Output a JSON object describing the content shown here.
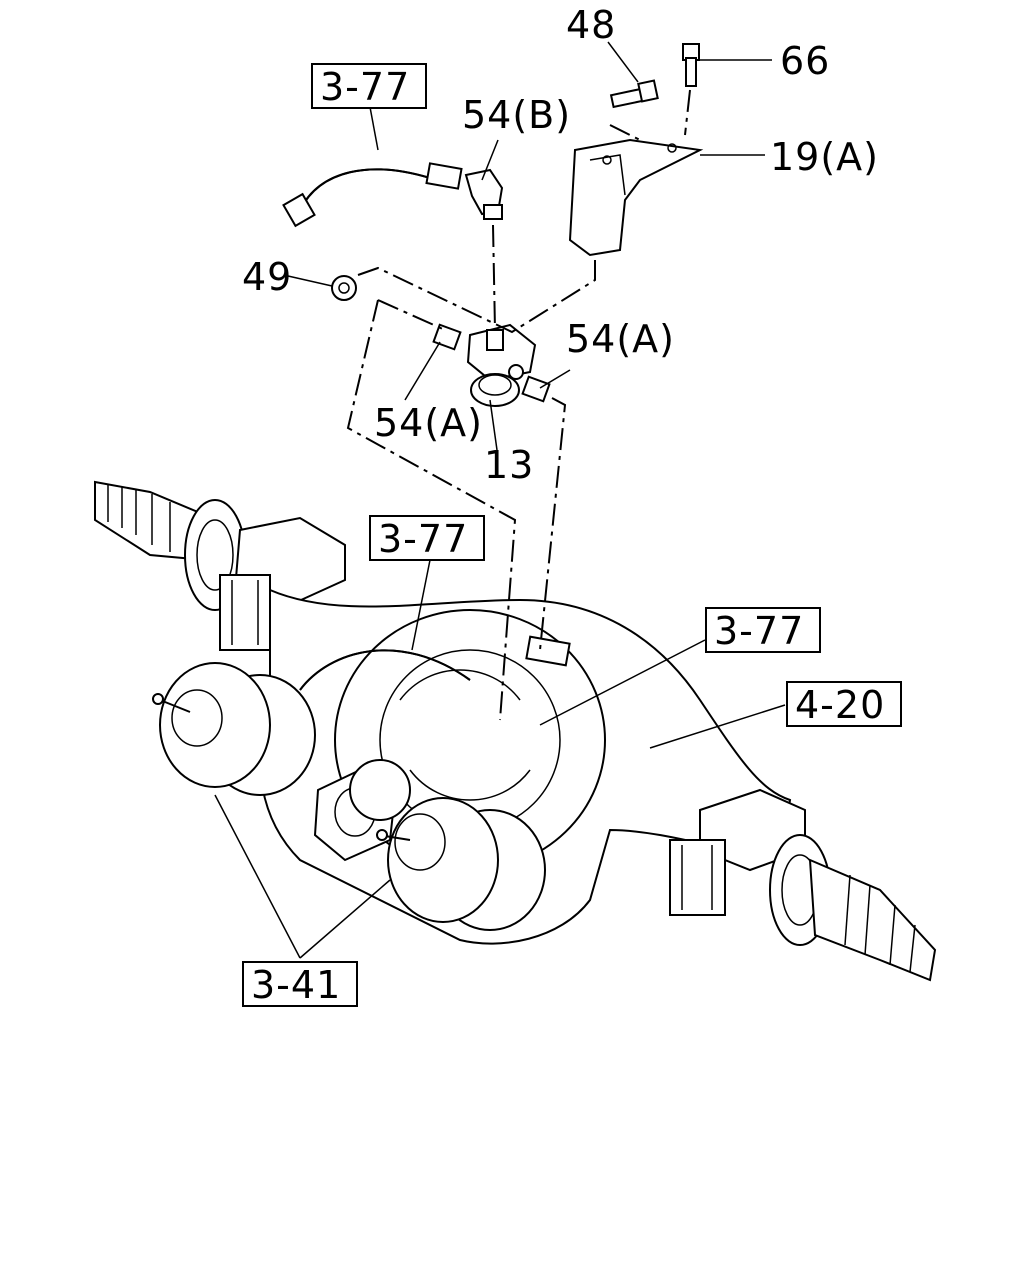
{
  "callouts": {
    "p48": "48",
    "p66": "66",
    "p19a": "19(A)",
    "p54b": "54(B)",
    "p49": "49",
    "p54a_left": "54(A)",
    "p54a_right": "54(A)",
    "p13": "13"
  },
  "references": {
    "ref_3_77_top": "3-77",
    "ref_3_77_mid": "3-77",
    "ref_3_77_right": "3-77",
    "ref_4_20": "4-20",
    "ref_3_41": "3-41"
  }
}
